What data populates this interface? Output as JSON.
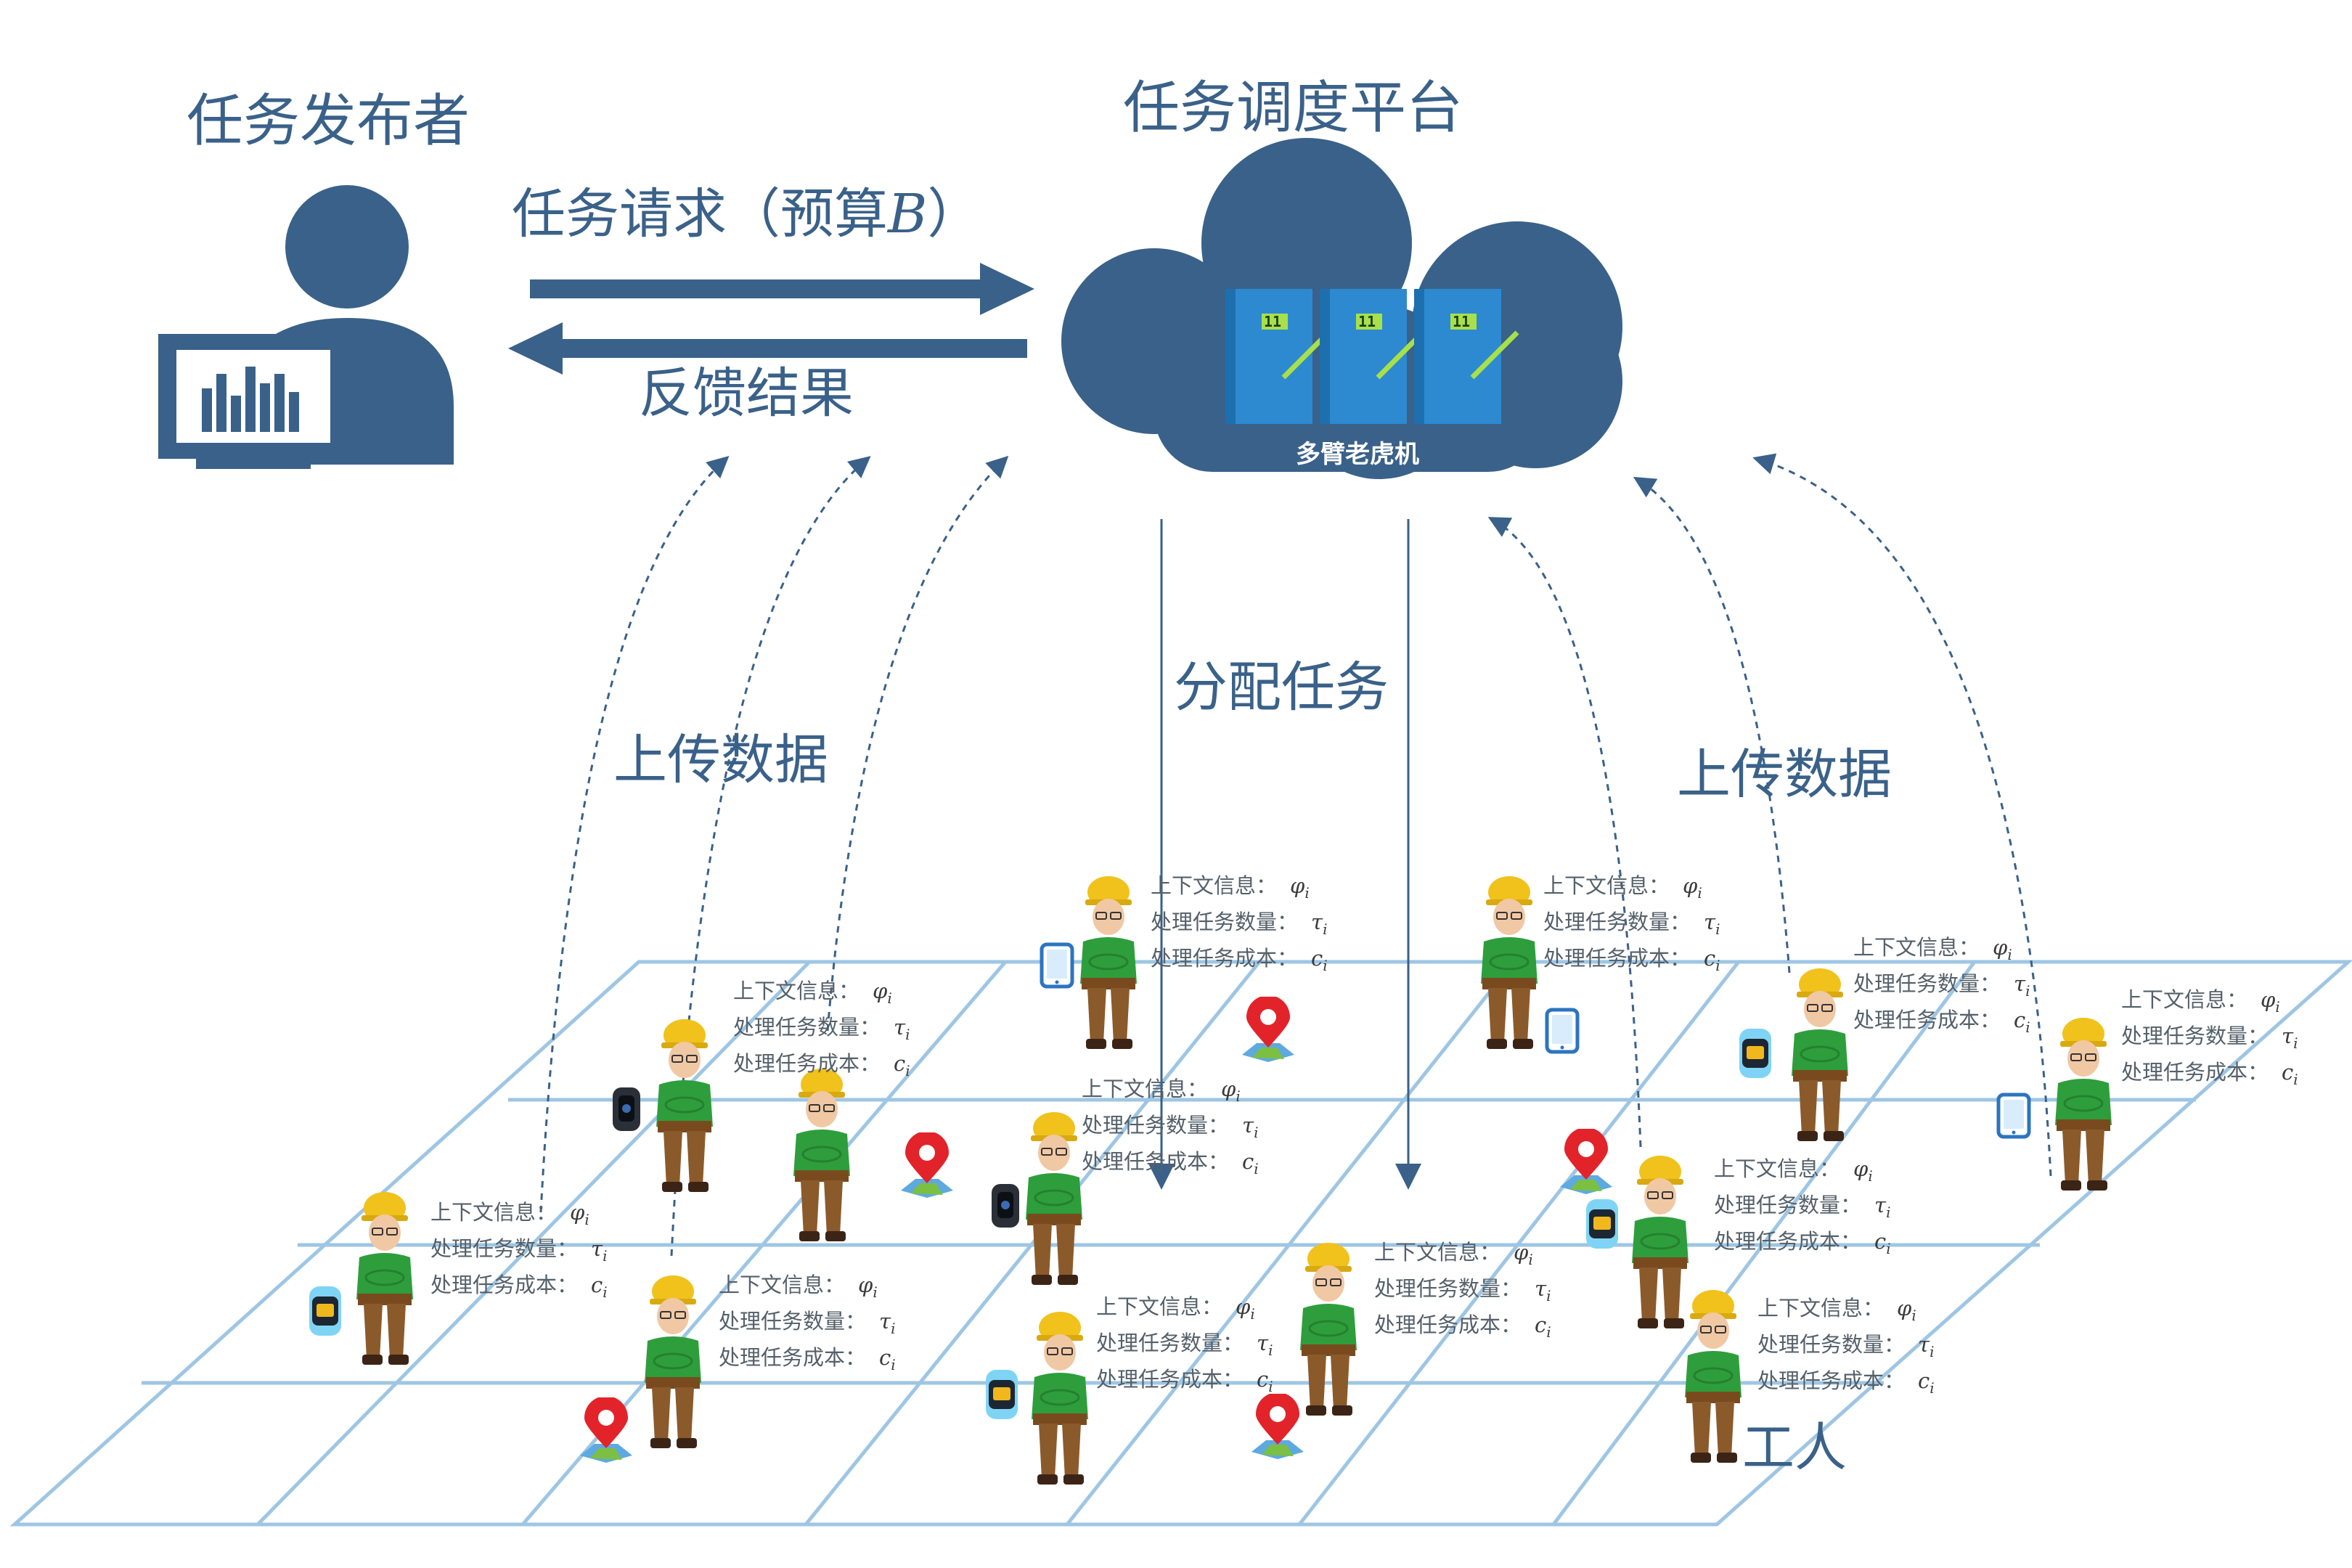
{
  "labels": {
    "publisher": "任务发布者",
    "platform": "任务调度平台",
    "request_arrow": "任务请求（预算B）",
    "feedback_arrow": "反馈结果",
    "assign": "分配任务",
    "upload_left": "上传数据",
    "upload_right": "上传数据",
    "bandit": "多臂老虎机",
    "worker": "工人"
  },
  "worker_info": {
    "context": "上下文信息：",
    "context_sym": "φ",
    "task_count": "处理任务数量：",
    "task_count_sym": "τ",
    "task_cost": "处理任务成本：",
    "task_cost_sym": "c",
    "subscript": "i"
  },
  "server_rack": {
    "badge": "11"
  },
  "colors": {
    "primary": "#3a6189",
    "grid": "#9ec6e4",
    "worker_shirt": "#2e9e3c",
    "worker_helmet": "#f0c21b",
    "pin": "#e2232a",
    "rack": "#2d8ad0"
  },
  "icons": [
    "user-monitor-icon",
    "cloud-icon",
    "server-rack-icon",
    "worker-icon",
    "map-pin-icon",
    "smartwatch-icon",
    "tablet-icon",
    "phone-icon"
  ]
}
